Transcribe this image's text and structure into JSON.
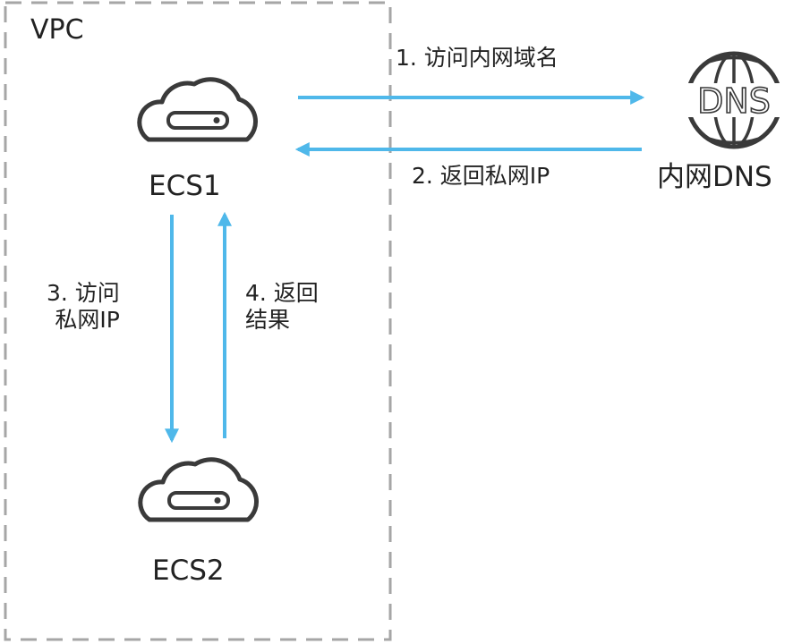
{
  "vpc_label": "VPC",
  "nodes": {
    "ecs1": {
      "label": "ECS1",
      "icon": "cloud-server-icon"
    },
    "ecs2": {
      "label": "ECS2",
      "icon": "cloud-server-icon"
    },
    "dns": {
      "label": "内网DNS",
      "icon_text": "DNS",
      "icon": "dns-globe-icon"
    }
  },
  "edges": {
    "step1": {
      "label": "1. 访问内网域名"
    },
    "step2": {
      "label": "2. 返回私网IP"
    },
    "step3": {
      "line1": "3. 访问",
      "line2": "私网IP"
    },
    "step4": {
      "line1": "4. 返回",
      "line2": "结果"
    }
  },
  "colors": {
    "arrow": "#4fb8ea",
    "border": "#a6a6a6",
    "icon": "#3a3a3a"
  }
}
